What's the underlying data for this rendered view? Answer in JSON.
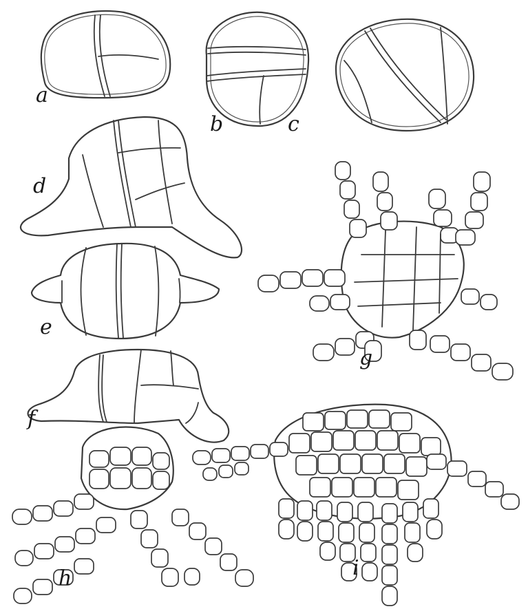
{
  "figure": {
    "panels": [
      {
        "id": "a",
        "label": "a"
      },
      {
        "id": "b",
        "label": "b"
      },
      {
        "id": "c",
        "label": "c"
      },
      {
        "id": "d",
        "label": "d"
      },
      {
        "id": "e",
        "label": "e"
      },
      {
        "id": "f",
        "label": "f"
      },
      {
        "id": "g",
        "label": "g"
      },
      {
        "id": "h",
        "label": "h"
      },
      {
        "id": "i",
        "label": "i"
      }
    ]
  },
  "colors": {
    "background": "#ffffff",
    "ink": "#3a3a3a"
  }
}
